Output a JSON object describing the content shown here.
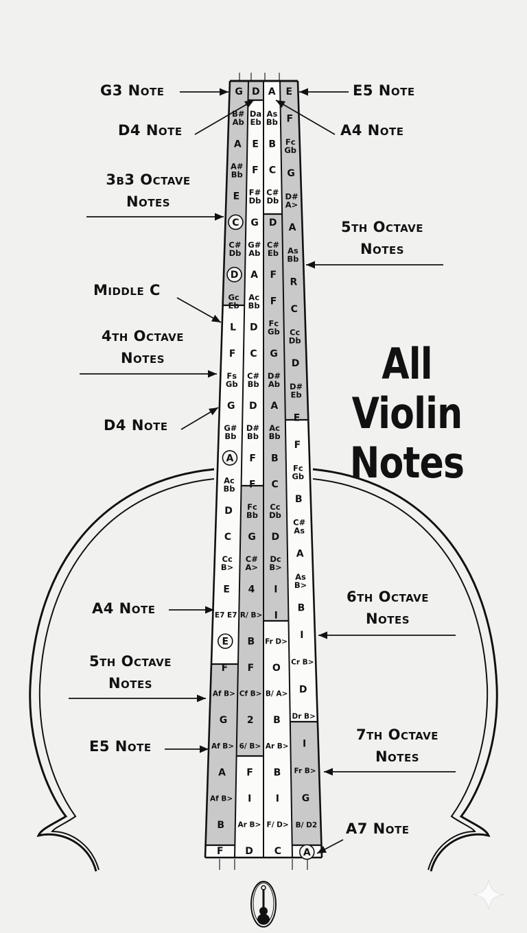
{
  "title": [
    "All Violin",
    "Notes"
  ],
  "labels": {
    "g3_note": "G3 Note",
    "d4_note_top": "D4 Note",
    "e5_note_top": "E5 Note",
    "a4_note_top": "A4 Note",
    "octave_3b3": [
      "3b3 Octave",
      "Notes"
    ],
    "octave_5th_right": [
      "5th Octave",
      "Notes"
    ],
    "middle_c": "Middle C",
    "octave_4th": [
      "4th Octave",
      "Notes"
    ],
    "d4_note_mid": "D4 Note",
    "a4_note_left": "A4 Note",
    "octave_6th": [
      "6th Octave",
      "Notes"
    ],
    "octave_5th_left": [
      "5th Octave",
      "Notes"
    ],
    "e5_note_left": "E5 Note",
    "octave_7th": [
      "7th Octave",
      "Notes"
    ],
    "a7_note": "A7 Note"
  },
  "strings": [
    {
      "name": "G",
      "notes": [
        {
          "lines": [
            "G"
          ]
        },
        {
          "lines": [
            "B#",
            "Ab"
          ]
        },
        {
          "lines": [
            "A"
          ]
        },
        {
          "lines": [
            "A#",
            "Bb"
          ]
        },
        {
          "lines": [
            "E"
          ]
        },
        {
          "lines": [
            "C"
          ],
          "circled": true
        },
        {
          "lines": [
            "C#",
            "Db"
          ]
        },
        {
          "lines": [
            "D"
          ],
          "circled": true
        },
        {
          "lines": [
            "Gc",
            "Eb"
          ]
        },
        {
          "lines": [
            "L"
          ]
        },
        {
          "lines": [
            "F"
          ]
        },
        {
          "lines": [
            "Fs",
            "Gb"
          ]
        },
        {
          "lines": [
            "G"
          ]
        },
        {
          "lines": [
            "G#",
            "Bb"
          ]
        },
        {
          "lines": [
            "A"
          ],
          "circled": true
        },
        {
          "lines": [
            "Ac",
            "Bb"
          ]
        },
        {
          "lines": [
            "D"
          ]
        },
        {
          "lines": [
            "C"
          ]
        },
        {
          "lines": [
            "Cc",
            "B>"
          ]
        },
        {
          "lines": [
            "E"
          ]
        },
        {
          "lines": [
            "E7 E7"
          ]
        },
        {
          "lines": [
            "E"
          ],
          "circled": true
        },
        {
          "lines": [
            "F"
          ]
        },
        {
          "lines": [
            "Af B>"
          ]
        },
        {
          "lines": [
            "G"
          ]
        },
        {
          "lines": [
            "Af B>"
          ]
        },
        {
          "lines": [
            "A"
          ]
        },
        {
          "lines": [
            "Af B>"
          ]
        },
        {
          "lines": [
            "B"
          ]
        },
        {
          "lines": [
            "F"
          ]
        }
      ]
    },
    {
      "name": "D",
      "notes": [
        {
          "lines": [
            "D"
          ]
        },
        {
          "lines": [
            "Da",
            "Eb"
          ]
        },
        {
          "lines": [
            "E"
          ]
        },
        {
          "lines": [
            "F"
          ]
        },
        {
          "lines": [
            "F#",
            "Db"
          ]
        },
        {
          "lines": [
            "G"
          ]
        },
        {
          "lines": [
            "G#",
            "Ab"
          ]
        },
        {
          "lines": [
            "A"
          ]
        },
        {
          "lines": [
            "Ac",
            "Bb"
          ]
        },
        {
          "lines": [
            "D"
          ]
        },
        {
          "lines": [
            "C"
          ]
        },
        {
          "lines": [
            "C#",
            "Bb"
          ]
        },
        {
          "lines": [
            "D"
          ]
        },
        {
          "lines": [
            "D#",
            "Bb"
          ]
        },
        {
          "lines": [
            "F"
          ]
        },
        {
          "lines": [
            "F"
          ]
        },
        {
          "lines": [
            "Fc",
            "Bb"
          ]
        },
        {
          "lines": [
            "G"
          ]
        },
        {
          "lines": [
            "C#",
            "A>"
          ]
        },
        {
          "lines": [
            "4"
          ]
        },
        {
          "lines": [
            "R/ B>"
          ]
        },
        {
          "lines": [
            "B"
          ]
        },
        {
          "lines": [
            "F"
          ]
        },
        {
          "lines": [
            "Cf B>"
          ]
        },
        {
          "lines": [
            "2"
          ]
        },
        {
          "lines": [
            "6/ B>"
          ]
        },
        {
          "lines": [
            "F"
          ]
        },
        {
          "lines": [
            "I"
          ]
        },
        {
          "lines": [
            "Ar B>"
          ]
        },
        {
          "lines": [
            "D"
          ]
        }
      ]
    },
    {
      "name": "A",
      "notes": [
        {
          "lines": [
            "A"
          ]
        },
        {
          "lines": [
            "As",
            "Bb"
          ]
        },
        {
          "lines": [
            "B"
          ]
        },
        {
          "lines": [
            "C"
          ]
        },
        {
          "lines": [
            "C#",
            "Db"
          ]
        },
        {
          "lines": [
            "D"
          ]
        },
        {
          "lines": [
            "C#",
            "Eb"
          ]
        },
        {
          "lines": [
            "F"
          ]
        },
        {
          "lines": [
            "F"
          ]
        },
        {
          "lines": [
            "Fc",
            "Gb"
          ]
        },
        {
          "lines": [
            "G"
          ]
        },
        {
          "lines": [
            "D#",
            "Ab"
          ]
        },
        {
          "lines": [
            "A"
          ]
        },
        {
          "lines": [
            "Ac",
            "Bb"
          ]
        },
        {
          "lines": [
            "B"
          ]
        },
        {
          "lines": [
            "C"
          ]
        },
        {
          "lines": [
            "Cc",
            "Db"
          ]
        },
        {
          "lines": [
            "D"
          ]
        },
        {
          "lines": [
            "Dc",
            "B>"
          ]
        },
        {
          "lines": [
            "I"
          ]
        },
        {
          "lines": [
            "I"
          ]
        },
        {
          "lines": [
            "Fr D>"
          ]
        },
        {
          "lines": [
            "O"
          ]
        },
        {
          "lines": [
            "B/ A>"
          ]
        },
        {
          "lines": [
            "B"
          ]
        },
        {
          "lines": [
            "Ar B>"
          ]
        },
        {
          "lines": [
            "B"
          ]
        },
        {
          "lines": [
            "I"
          ]
        },
        {
          "lines": [
            "F/ D>"
          ]
        },
        {
          "lines": [
            "C"
          ]
        }
      ]
    },
    {
      "name": "E",
      "notes": [
        {
          "lines": [
            "E"
          ]
        },
        {
          "lines": [
            "F"
          ]
        },
        {
          "lines": [
            "Fc",
            "Gb"
          ]
        },
        {
          "lines": [
            "G"
          ]
        },
        {
          "lines": [
            "D#",
            "A>"
          ]
        },
        {
          "lines": [
            "A"
          ]
        },
        {
          "lines": [
            "As",
            "Bb"
          ]
        },
        {
          "lines": [
            "R"
          ]
        },
        {
          "lines": [
            "C"
          ]
        },
        {
          "lines": [
            "Cc",
            "Db"
          ]
        },
        {
          "lines": [
            "D"
          ]
        },
        {
          "lines": [
            "D#",
            "Eb"
          ]
        },
        {
          "lines": [
            "E"
          ]
        },
        {
          "lines": [
            "F"
          ]
        },
        {
          "lines": [
            "Fc",
            "Gb"
          ]
        },
        {
          "lines": [
            "B"
          ]
        },
        {
          "lines": [
            "C#",
            "As"
          ]
        },
        {
          "lines": [
            "A"
          ]
        },
        {
          "lines": [
            "As",
            "B>"
          ]
        },
        {
          "lines": [
            "B"
          ]
        },
        {
          "lines": [
            "I"
          ]
        },
        {
          "lines": [
            "Cr B>"
          ]
        },
        {
          "lines": [
            "D"
          ]
        },
        {
          "lines": [
            "Dr B>"
          ]
        },
        {
          "lines": [
            "I"
          ]
        },
        {
          "lines": [
            "Fr B>"
          ]
        },
        {
          "lines": [
            "G"
          ]
        },
        {
          "lines": [
            "B/ D2"
          ]
        },
        {
          "lines": [
            "A"
          ],
          "circled": true
        }
      ]
    }
  ]
}
